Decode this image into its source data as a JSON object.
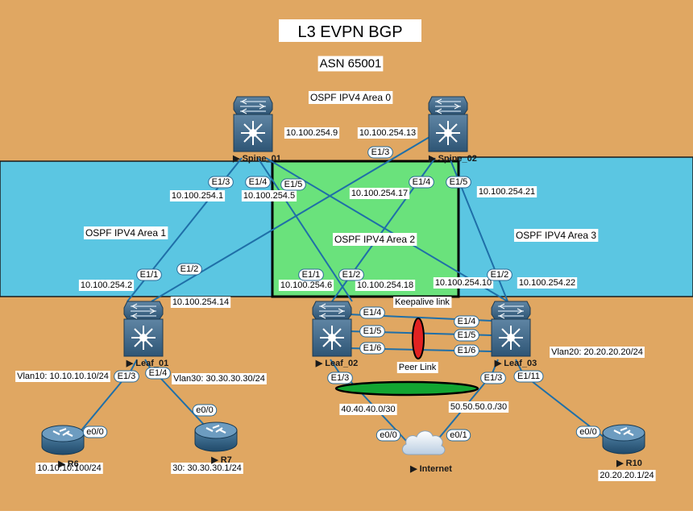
{
  "title": "L3 EVPN BGP",
  "asn": "ASN 65001",
  "areas": {
    "area0": "OSPF IPV4 Area 0",
    "area1": "OSPF IPV4 Area 1",
    "area2": "OSPF IPV4 Area 2",
    "area3": "OSPF IPV4 Area 3"
  },
  "devices": {
    "spine01": "Spine_01",
    "spine02": "Spine_02",
    "leaf01": "Leaf_01",
    "leaf02": "Leaf_02",
    "leaf03": "Leaf_03",
    "r6": "R6",
    "r7": "R7",
    "r10": "R10",
    "internet": "Internet"
  },
  "interfaces": {
    "e13": "E1/3",
    "e14": "E1/4",
    "e15": "E1/5",
    "e11": "E1/1",
    "e12": "E1/2",
    "e16": "E1/6",
    "e111": "E1/11",
    "e00": "e0/0",
    "e01": "e0/1"
  },
  "ips": {
    "ip9": "10.100.254.9",
    "ip13": "10.100.254.13",
    "ip1": "10.100.254.1",
    "ip5": "10.100.254.5",
    "ip17": "10.100.254.17",
    "ip21": "10.100.254.21",
    "ip2": "10.100.254.2",
    "ip14": "10.100.254.14",
    "ip6": "10.100.254.6",
    "ip18": "10.100.254.18",
    "ip10": "10.100.254.10",
    "ip22": "10.100.254.22"
  },
  "vlans": {
    "vlan10": "Vlan10: 10.10.10.10/24",
    "vlan30": "Vlan30: 30.30.30.30/24",
    "vlan20": "Vlan20: 20.20.20.20/24"
  },
  "hosts": {
    "r6_ip": "10.10.10.100/24",
    "r7_ip": "30: 30.30.30.1/24",
    "r10_ip": "20.20.20.1/24"
  },
  "links": {
    "keepalive": "Keepalive link",
    "peer": "Peer Link",
    "net40": "40.40.40.0/30",
    "net50": "50.50.50.0./30"
  },
  "colors": {
    "background": "#E0A762",
    "area_blue": "#5BC6E2",
    "area_green": "#6AE27C",
    "link": "#1F6FA8",
    "keepalive_red": "#E22222",
    "peer_green": "#12A531"
  }
}
